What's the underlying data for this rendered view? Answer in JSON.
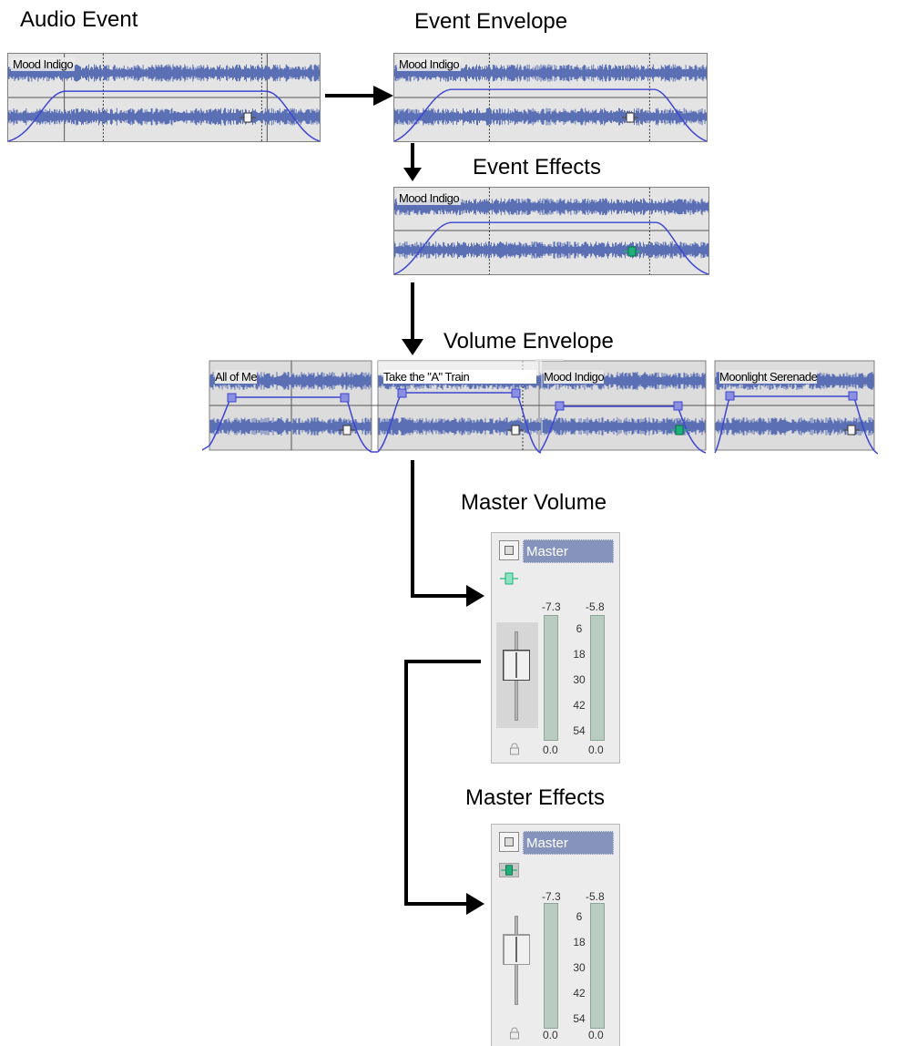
{
  "headings": {
    "audio_event": "Audio Event",
    "event_envelope": "Event Envelope",
    "event_effects": "Event Effects",
    "volume_envelope": "Volume Envelope",
    "master_volume": "Master Volume",
    "master_effects": "Master Effects"
  },
  "clips": {
    "audio_event": "Mood Indigo",
    "event_envelope": "Mood Indigo",
    "event_effects": "Mood Indigo",
    "timeline": [
      "All of Me",
      "Take the \"A\" Train",
      "Mood Indigo",
      "Moonlight Serenade"
    ]
  },
  "mixers": [
    {
      "name": "Master",
      "peak_left": "-7.3",
      "peak_right": "-5.8",
      "scale": [
        "6",
        "18",
        "30",
        "42",
        "54"
      ],
      "foot_left": "0.0",
      "foot_right": "0.0",
      "fx_active": false
    },
    {
      "name": "Master",
      "peak_left": "-7.3",
      "peak_right": "-5.8",
      "scale": [
        "6",
        "18",
        "30",
        "42",
        "54"
      ],
      "foot_left": "0.0",
      "foot_right": "0.0",
      "fx_active": true
    }
  ],
  "icons": {
    "fx_bypass": "fx-plugin-icon",
    "fx_active": "fx-plugin-active-icon",
    "lock": "lock-icon",
    "mute": "mute-button-icon"
  },
  "colors": {
    "waveform": "#5a6fb4",
    "envelope": "#3c46d2",
    "fx_active": "#1fb079",
    "track_name_bg": "#8593bd",
    "meter": "#b9ccc1"
  }
}
